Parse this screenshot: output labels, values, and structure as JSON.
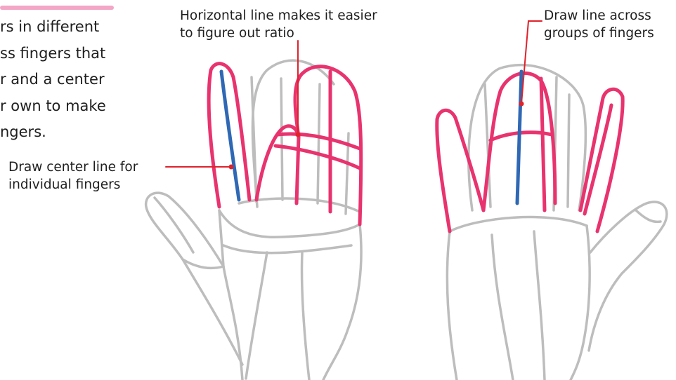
{
  "intro_text": {
    "lines": [
      "rs in different",
      "ss fingers that",
      "r and a center",
      "r own to make",
      "ngers."
    ]
  },
  "callouts": {
    "horizontal": {
      "line1": "Horizontal line makes it easier",
      "line2": "to figure out ratio"
    },
    "across": {
      "line1": "Draw line across",
      "line2": "groups of fingers"
    },
    "center": {
      "line1": "Draw center line for",
      "line2": "individual fingers"
    }
  },
  "colors": {
    "finger_outline": "#e8336f",
    "center_line": "#2f68b4",
    "hand_sketch": "#bdbdbd",
    "leader_line": "#e0222b",
    "heading_rule": "#f3a6c6",
    "text": "#1e1e1e"
  }
}
